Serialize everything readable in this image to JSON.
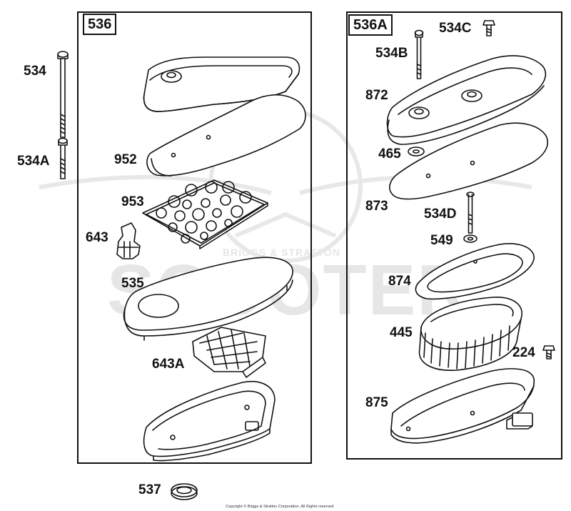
{
  "watermark": {
    "line1": "BRIGGS & STRATTON",
    "line2": "SCOOTER"
  },
  "copyright": "Copyright © Briggs & Stratton Corporation. All Rights reserved",
  "panels": [
    {
      "label": "536"
    },
    {
      "label": "536A"
    }
  ],
  "labels": {
    "p534": "534",
    "p534A": "534A",
    "p952": "952",
    "p953": "953",
    "p643": "643",
    "p535": "535",
    "p643A": "643A",
    "p537": "537",
    "p534C": "534C",
    "p534B": "534B",
    "p872": "872",
    "p465": "465",
    "p873": "873",
    "p534D": "534D",
    "p549": "549",
    "p874": "874",
    "p445": "445",
    "p224": "224",
    "p875": "875"
  },
  "colors": {
    "line": "#111111",
    "watermark": "#e6e6e6",
    "background": "#ffffff"
  }
}
